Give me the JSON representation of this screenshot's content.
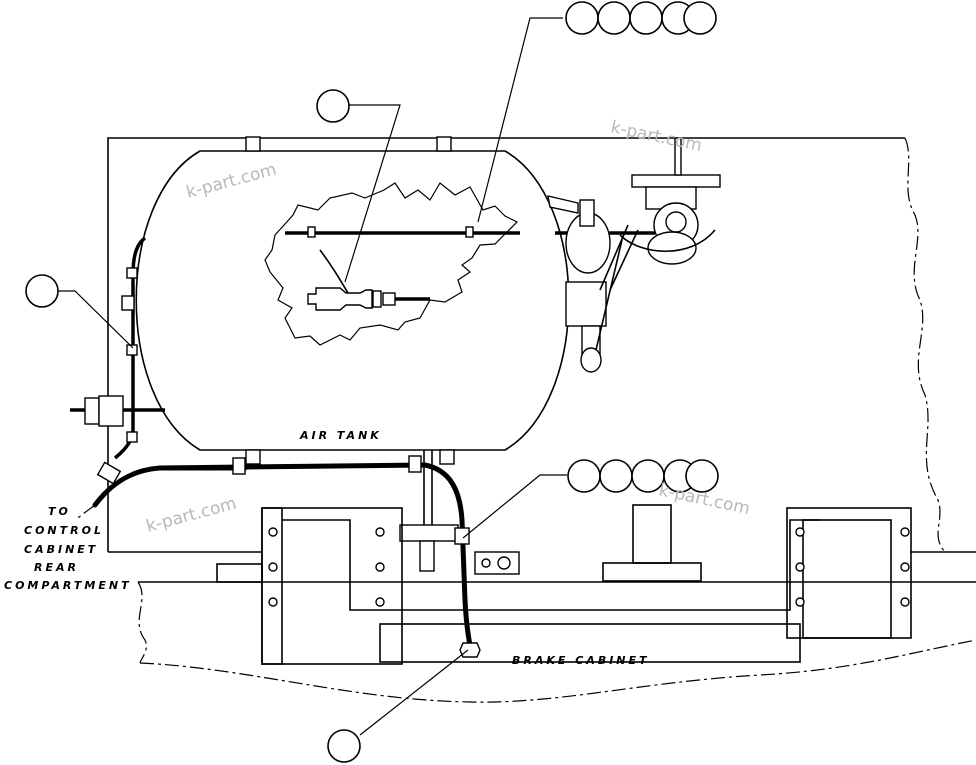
{
  "labels": {
    "air_tank": "AIR TANK",
    "brake_cabinet": "BRAKE CABINET",
    "to_control_line1": "TO",
    "to_control_line2": "CONTROL",
    "to_control_line3": "CABINET",
    "to_control_line4": "REAR",
    "to_control_line5": "COMPARTMENT"
  },
  "watermarks": [
    "k-part.com",
    "k-part.com",
    "k-part.com",
    "k-part.com"
  ],
  "callouts": {
    "top_group_count": 5,
    "mid_group_count": 5,
    "single_count": 3
  }
}
